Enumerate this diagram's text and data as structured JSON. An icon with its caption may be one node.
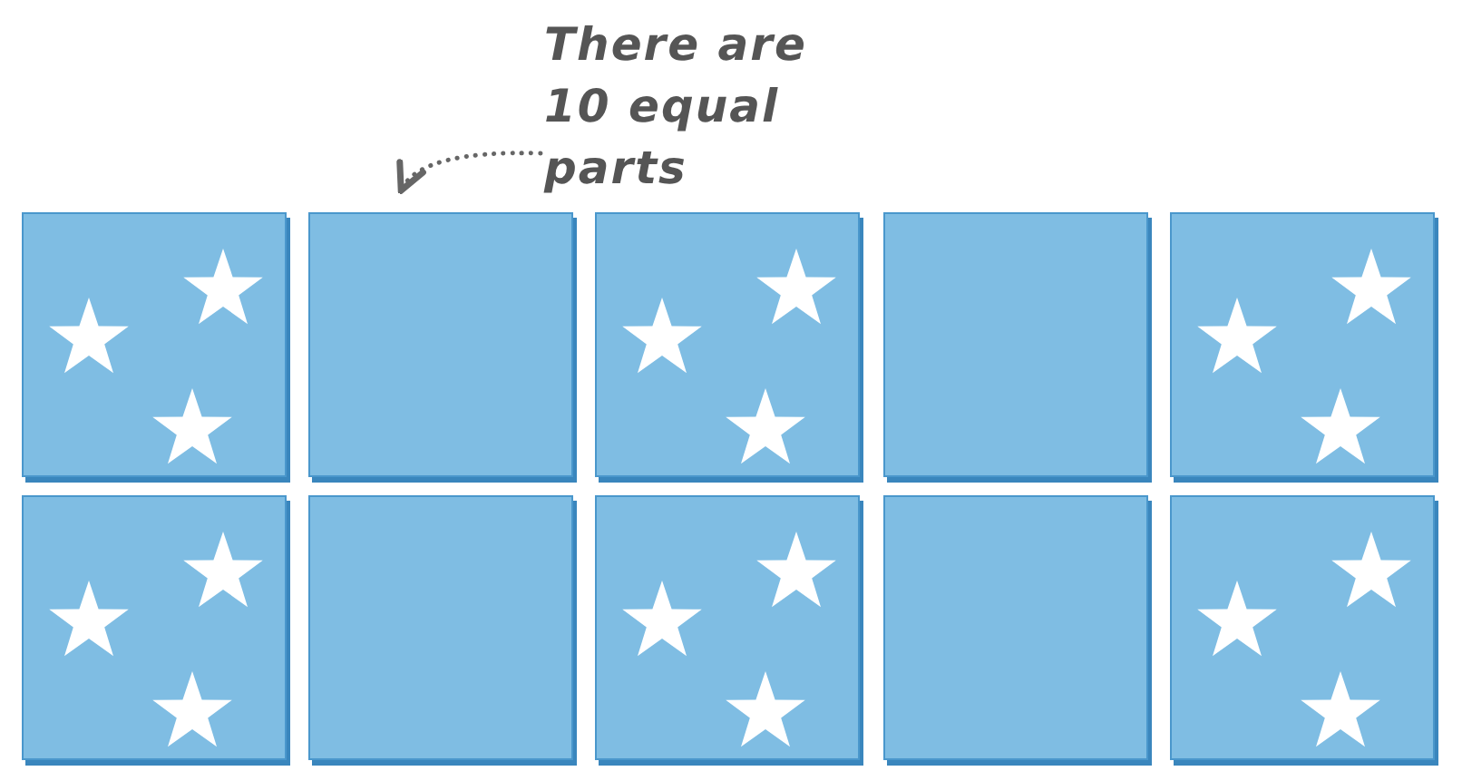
{
  "diagram": {
    "nodes": [
      {
        "text": [
          "There are 10 equal parts"
        ]
      },
      {
        "text": [],
        "shape": "box"
      },
      {
        "text": [],
        "shape": "box"
      },
      {
        "text": [],
        "shape": "box"
      },
      {
        "text": [],
        "shape": "box"
      },
      {
        "text": [],
        "shape": "box"
      },
      {
        "text": [],
        "shape": "box"
      },
      {
        "text": [],
        "shape": "box"
      },
      {
        "text": [],
        "shape": "box"
      },
      {
        "text": [],
        "shape": "box"
      },
      {
        "text": [],
        "shape": "box"
      }
    ],
    "edges": [
      {
        "from": 0,
        "to": 2,
        "arrow": "to",
        "style": "dashed"
      }
    ]
  }
}
